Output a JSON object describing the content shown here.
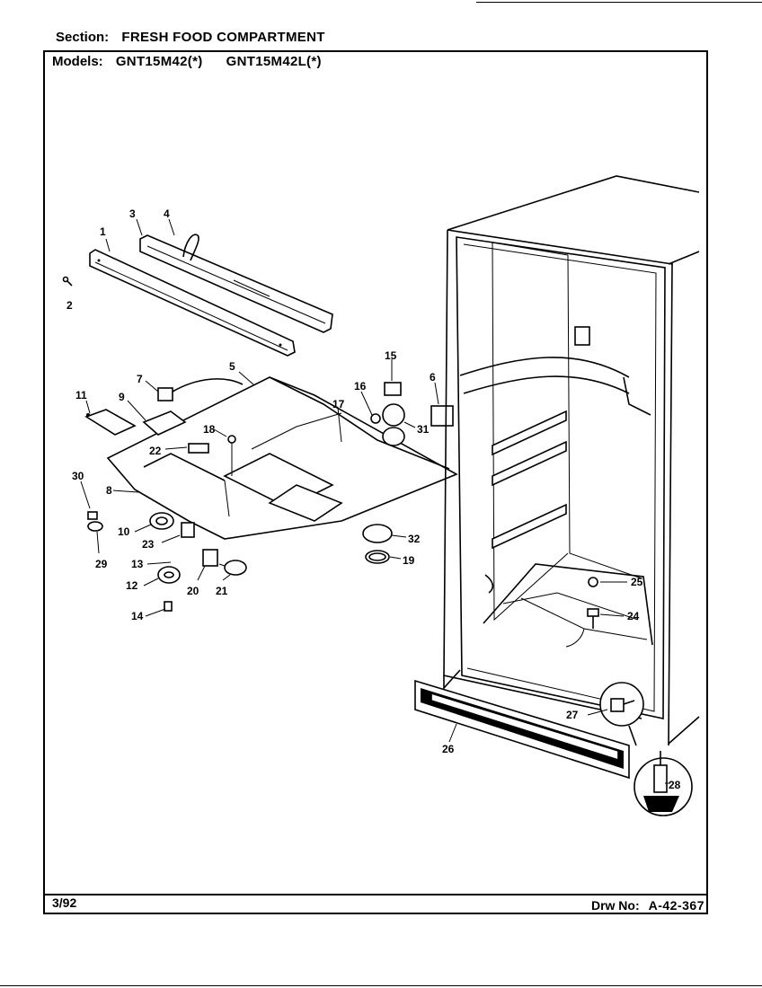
{
  "header": {
    "section_label": "Section:",
    "section_value": "FRESH FOOD COMPARTMENT",
    "models_label": "Models:",
    "models": [
      "GNT15M42(*)",
      "GNT15M42L(*)"
    ]
  },
  "footer": {
    "date_code": "3/92",
    "drawing_label": "Drw No:",
    "drawing_number": "A-42-367"
  },
  "callouts": [
    "1",
    "2",
    "3",
    "4",
    "5",
    "6",
    "7",
    "8",
    "9",
    "10",
    "11",
    "12",
    "13",
    "14",
    "15",
    "16",
    "17",
    "18",
    "19",
    "20",
    "21",
    "22",
    "23",
    "24",
    "25",
    "26",
    "27",
    "28",
    "29",
    "30",
    "31",
    "32"
  ]
}
